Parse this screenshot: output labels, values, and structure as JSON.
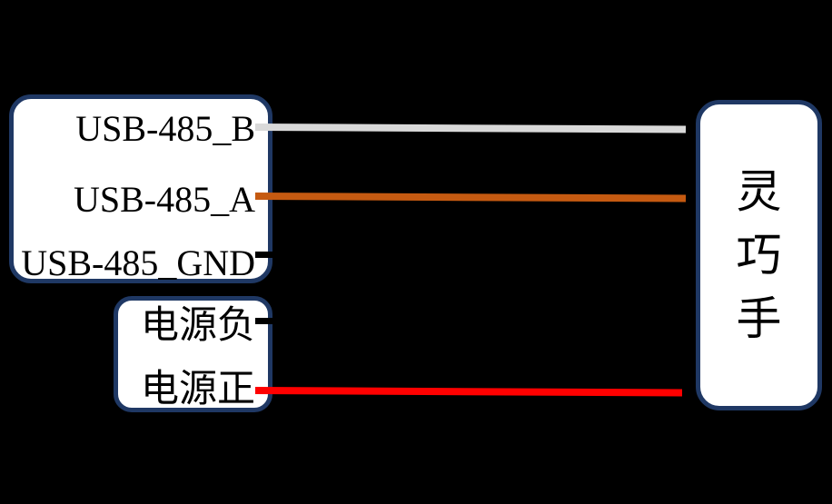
{
  "colors": {
    "background": "#000000",
    "box_border": "#1f3864",
    "box_fill": "#ffffff",
    "label_text": "#000000"
  },
  "usb_adapter": {
    "pins": [
      {
        "label": "USB-485_B"
      },
      {
        "label": "USB-485_A"
      },
      {
        "label": "USB-485_GND"
      }
    ]
  },
  "power_supply": {
    "pins": [
      {
        "label": "电源负"
      },
      {
        "label": "电源正"
      }
    ]
  },
  "device": {
    "name": "灵巧手"
  },
  "wires": [
    {
      "id": "usb-485-b",
      "color": "#d9d9d9",
      "from": "USB-485_B",
      "to": "灵巧手"
    },
    {
      "id": "usb-485-a",
      "color": "#c55a11",
      "from": "USB-485_A",
      "to": "灵巧手"
    },
    {
      "id": "usb-485-gnd",
      "color": "#000000",
      "from": "USB-485_GND"
    },
    {
      "id": "power-neg",
      "color": "#000000",
      "from": "电源负"
    },
    {
      "id": "power-pos",
      "color": "#ff0000",
      "from": "电源正",
      "to": "灵巧手"
    }
  ]
}
